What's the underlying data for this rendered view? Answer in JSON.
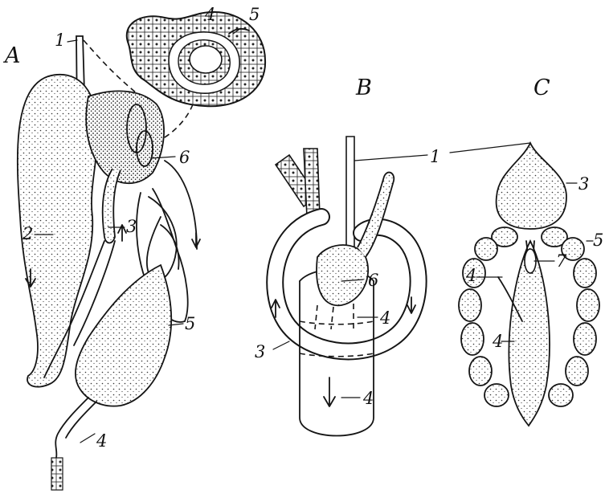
{
  "panels": {
    "A": {
      "letter": "A",
      "labels": [
        "1",
        "2",
        "3",
        "4",
        "5",
        "6"
      ],
      "inset_labels": [
        "4",
        "5"
      ]
    },
    "B": {
      "letter": "B",
      "labels": [
        "1",
        "3",
        "4",
        "4",
        "6"
      ]
    },
    "C": {
      "letter": "C",
      "labels": [
        "3",
        "4",
        "4",
        "5",
        "7"
      ]
    }
  },
  "colors": {
    "ink": "#151515",
    "paper": "#ffffff"
  }
}
